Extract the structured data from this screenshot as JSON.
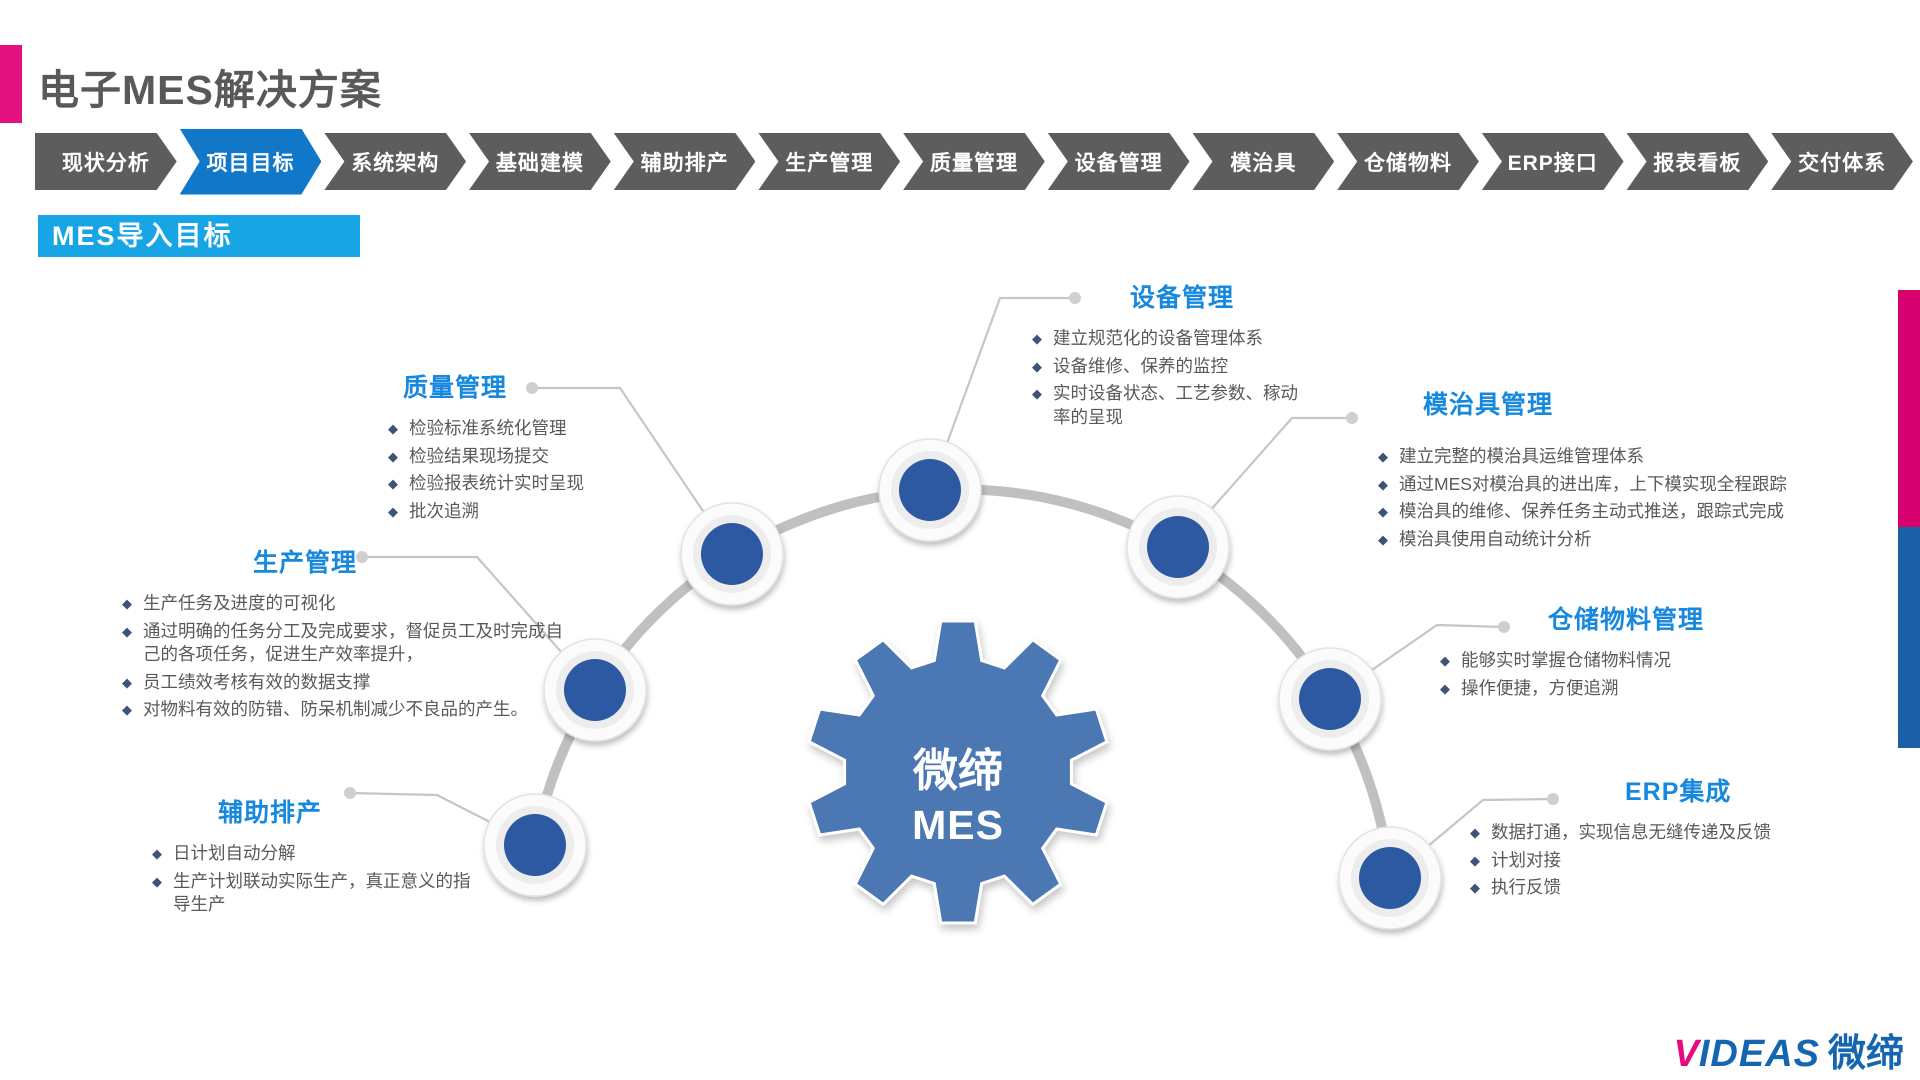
{
  "header": {
    "title": "电子MES解决方案",
    "section_banner": "MES导入目标"
  },
  "nav": {
    "active_index": 1,
    "items": [
      "现状分析",
      "项目目标",
      "系统架构",
      "基础建模",
      "辅助排产",
      "生产管理",
      "质量管理",
      "设备管理",
      "模治具",
      "仓储物料",
      "ERP接口",
      "报表看板",
      "交付体系"
    ]
  },
  "hub": {
    "line1": "微缔",
    "line2": "MES"
  },
  "sections": {
    "equipment": {
      "title": "设备管理",
      "bullets": [
        "建立规范化的设备管理体系",
        "设备维修、保养的监控",
        "实时设备状态、工艺参数、稼动率的呈现"
      ]
    },
    "quality": {
      "title": "质量管理",
      "bullets": [
        "检验标准系统化管理",
        "检验结果现场提交",
        "检验报表统计实时呈现",
        "批次追溯"
      ]
    },
    "production": {
      "title": "生产管理",
      "bullets": [
        "生产任务及进度的可视化",
        "通过明确的任务分工及完成要求，督促员工及时完成自己的各项任务，促进生产效率提升，",
        "员工绩效考核有效的数据支撑",
        "对物料有效的防错、防呆机制减少不良品的产生。"
      ]
    },
    "scheduling": {
      "title": "辅助排产",
      "bullets": [
        "日计划自动分解",
        "生产计划联动实际生产，真正意义的指导生产"
      ]
    },
    "mold": {
      "title": "模治具管理",
      "bullets": [
        "建立完整的模治具运维管理体系",
        "通过MES对模治具的进出库，上下模实现全程跟踪",
        "模治具的维修、保养任务主动式推送，跟踪式完成",
        "模治具使用自动统计分析"
      ]
    },
    "warehouse": {
      "title": "仓储物料管理",
      "bullets": [
        "能够实时掌握仓储物料情况",
        "操作便捷，方便追溯"
      ]
    },
    "erp": {
      "title": "ERP集成",
      "bullets": [
        "数据打通，实现信息无缝传递及反馈",
        "计划对接",
        "执行反馈"
      ]
    }
  },
  "logo": {
    "v": "V",
    "ideas": "IDEAS",
    "cn": "微缔"
  },
  "colors": {
    "accent_pink": "#E4127E",
    "edge_pink": "#D6006E",
    "edge_blue": "#1B5FA6",
    "nav_gray": "#5D5D5D",
    "nav_active_blue": "#1177C8",
    "banner_blue": "#17A5E5",
    "section_title_blue": "#1688DD",
    "body_text": "#595959",
    "bullet_diamond": "#3D5377",
    "node_blue": "#2D59A2",
    "gear_blue": "#4B77B3",
    "arc_gray": "#C0C0C0"
  }
}
